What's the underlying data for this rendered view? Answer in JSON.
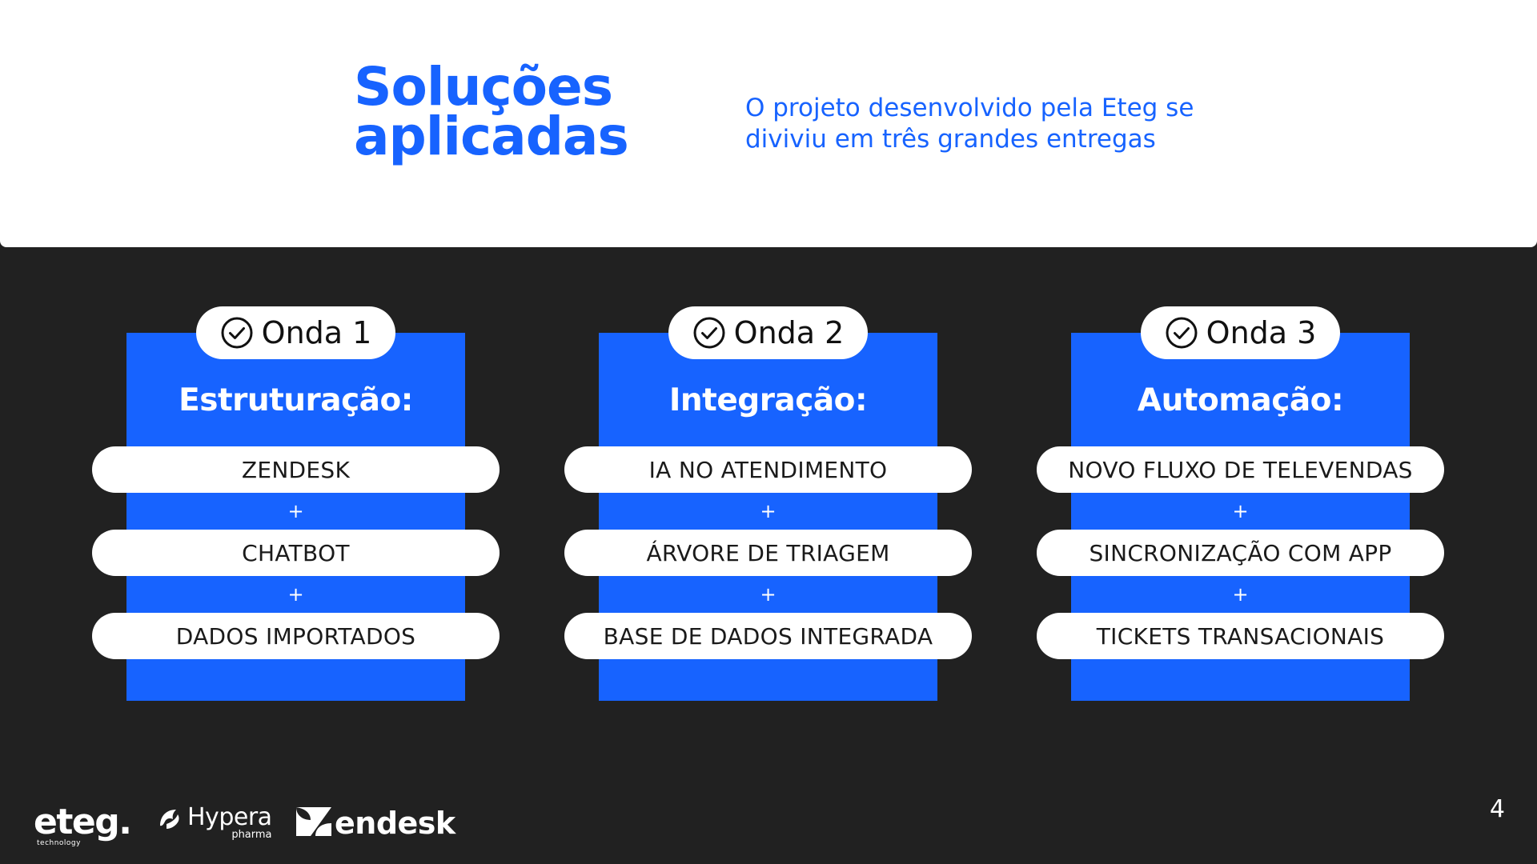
{
  "header": {
    "title_line1": "Soluções",
    "title_line2": "aplicadas",
    "subtitle_line1": "O projeto desenvolvido pela Eteg se",
    "subtitle_line2": "diviviu em três grandes entregas"
  },
  "waves": [
    {
      "badge": "Onda 1",
      "heading": "Estruturação:",
      "items": [
        "ZENDESK",
        "CHATBOT",
        "DADOS IMPORTADOS"
      ],
      "separator": "+"
    },
    {
      "badge": "Onda 2",
      "heading": "Integração:",
      "items": [
        "IA NO ATENDIMENTO",
        "ÁRVORE DE TRIAGEM",
        "BASE DE DADOS INTEGRADA"
      ],
      "separator": "+"
    },
    {
      "badge": "Onda 3",
      "heading": "Automação:",
      "items": [
        "NOVO FLUXO DE TELEVENDAS",
        "SINCRONIZAÇÃO COM APP",
        "TICKETS TRANSACIONAIS"
      ],
      "separator": "+"
    }
  ],
  "footer": {
    "logos": {
      "eteg": "eteg.",
      "eteg_sub": "technology",
      "hypera": "Hypera",
      "hypera_sub": "pharma",
      "zendesk": "endesk"
    },
    "page_number": "4"
  },
  "colors": {
    "accent": "#1763ff",
    "background": "#212121",
    "header_background": "#ffffff",
    "pill": "#ffffff"
  },
  "icons": {
    "badge": "check-circle-icon",
    "hypera_logo": "hypera-mark-icon",
    "zendesk_logo": "zendesk-z-icon"
  }
}
